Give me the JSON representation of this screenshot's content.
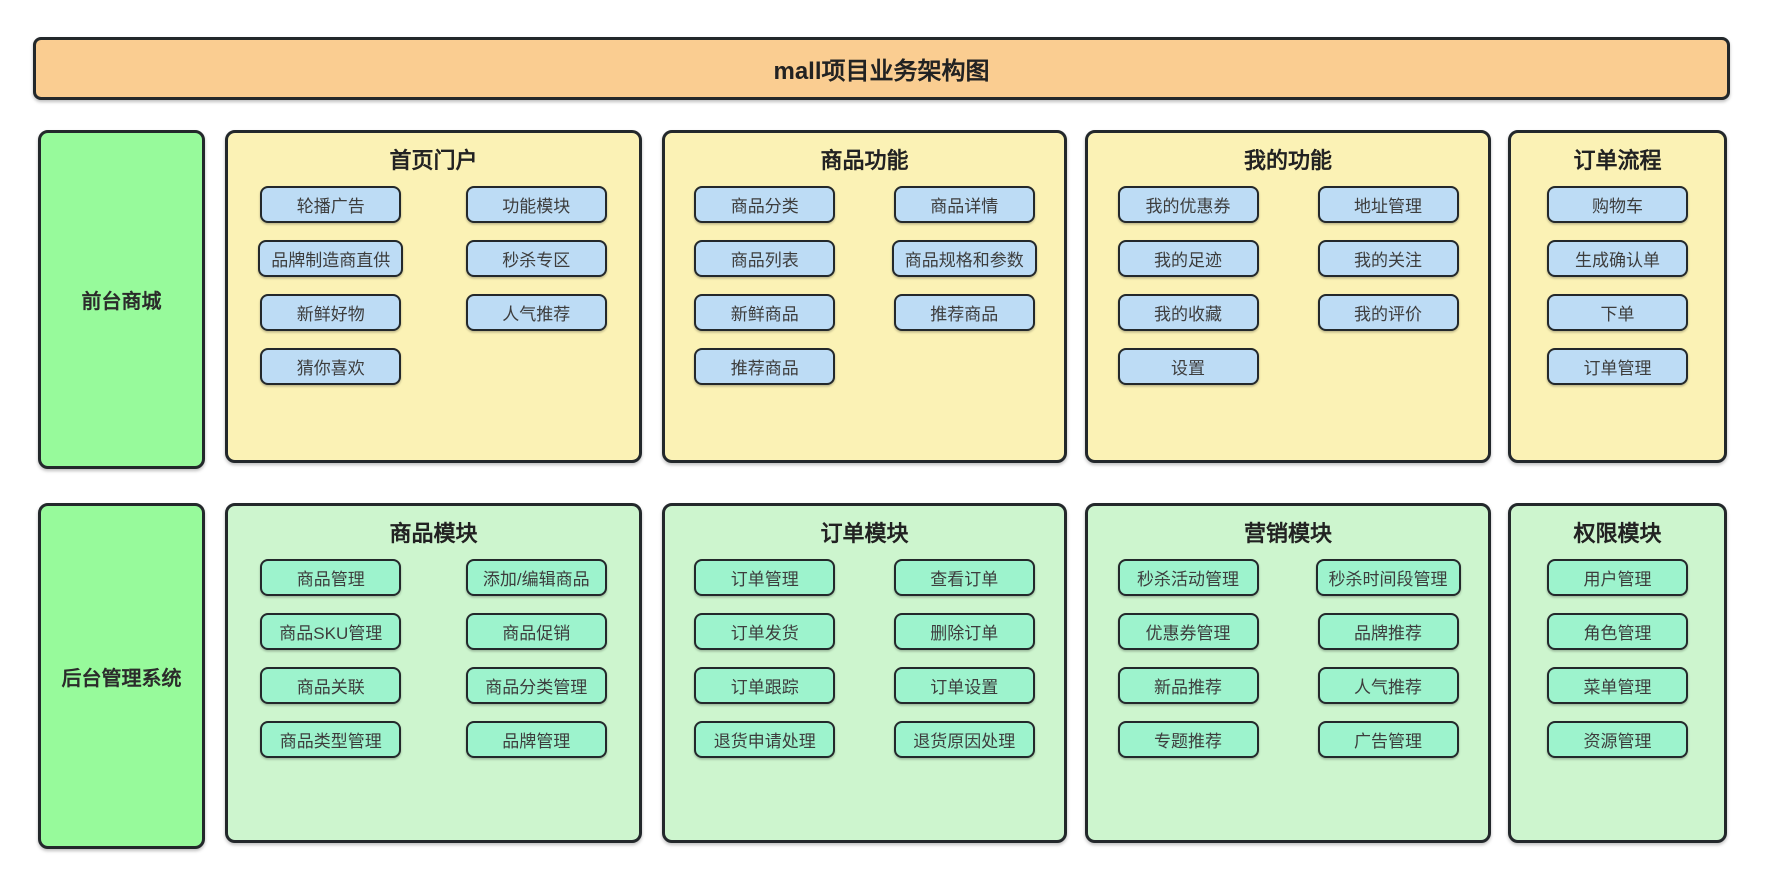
{
  "diagram": {
    "title": "mall项目业务架构图",
    "colors": {
      "banner_fill": "#FACD91",
      "frontend_panel_fill": "#FBF2B5",
      "frontend_node_fill": "#BDDCF5",
      "backend_panel_fill": "#CDF5CE",
      "backend_node_fill": "#9DF3CD",
      "row_label_fill": "#97FA9B",
      "border": "#23282B",
      "text": "#333333"
    },
    "rows": [
      {
        "label": "前台商城",
        "panels": [
          {
            "title": "首页门户",
            "buttons": [
              "轮播广告",
              "功能模块",
              "品牌制造商直供",
              "秒杀专区",
              "新鲜好物",
              "人气推荐",
              "猜你喜欢"
            ]
          },
          {
            "title": "商品功能",
            "buttons": [
              "商品分类",
              "商品详情",
              "商品列表",
              "商品规格和参数",
              "新鲜商品",
              "推荐商品",
              "推荐商品"
            ]
          },
          {
            "title": "我的功能",
            "buttons": [
              "我的优惠券",
              "地址管理",
              "我的足迹",
              "我的关注",
              "我的收藏",
              "我的评价",
              "设置"
            ]
          },
          {
            "title": "订单流程",
            "buttons": [
              "购物车",
              "生成确认单",
              "下单",
              "订单管理"
            ]
          }
        ]
      },
      {
        "label": "后台管理系统",
        "panels": [
          {
            "title": "商品模块",
            "buttons": [
              "商品管理",
              "添加/编辑商品",
              "商品SKU管理",
              "商品促销",
              "商品关联",
              "商品分类管理",
              "商品类型管理",
              "品牌管理"
            ]
          },
          {
            "title": "订单模块",
            "buttons": [
              "订单管理",
              "查看订单",
              "订单发货",
              "删除订单",
              "订单跟踪",
              "订单设置",
              "退货申请处理",
              "退货原因处理"
            ]
          },
          {
            "title": "营销模块",
            "buttons": [
              "秒杀活动管理",
              "秒杀时间段管理",
              "优惠券管理",
              "品牌推荐",
              "新品推荐",
              "人气推荐",
              "专题推荐",
              "广告管理"
            ]
          },
          {
            "title": "权限模块",
            "buttons": [
              "用户管理",
              "角色管理",
              "菜单管理",
              "资源管理"
            ]
          }
        ]
      }
    ]
  }
}
